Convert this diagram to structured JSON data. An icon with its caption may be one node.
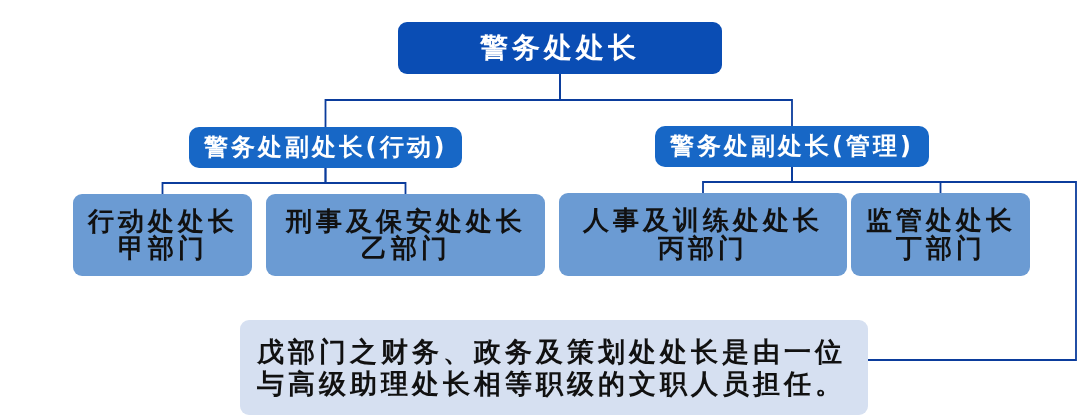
{
  "diagram": {
    "nodes": [
      {
        "text": [
          "警务处处长"
        ]
      },
      {
        "text": [
          "警务处副处长(行动)"
        ]
      },
      {
        "text": [
          "警务处副处长(管理)"
        ]
      },
      {
        "text": [
          "行动处处长",
          "甲部门"
        ]
      },
      {
        "text": [
          "刑事及保安处处长",
          "乙部门"
        ]
      },
      {
        "text": [
          "人事及训练处处长",
          "丙部门"
        ]
      },
      {
        "text": [
          "监管处处长",
          "丁部门"
        ]
      },
      {
        "text": [
          "戊部门之财务、政务及策划处处长是由一位与高级助理处长相等职级的文职人员担任。"
        ]
      }
    ],
    "edges": [
      {
        "from": 0,
        "to": 1,
        "arrow": "none"
      },
      {
        "from": 0,
        "to": 2,
        "arrow": "none"
      },
      {
        "from": 1,
        "to": 3,
        "arrow": "none"
      },
      {
        "from": 1,
        "to": 4,
        "arrow": "none"
      },
      {
        "from": 2,
        "to": 5,
        "arrow": "none"
      },
      {
        "from": 2,
        "to": 6,
        "arrow": "none"
      },
      {
        "from": 2,
        "to": 7,
        "arrow": "none"
      }
    ]
  }
}
